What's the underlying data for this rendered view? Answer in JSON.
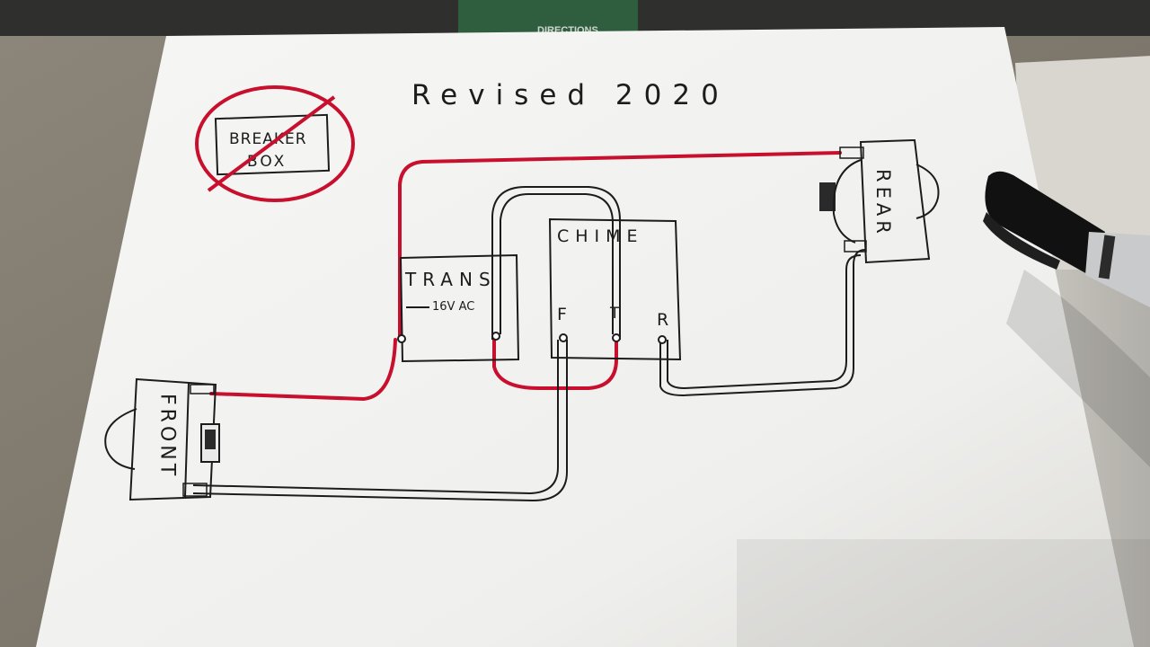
{
  "photo": {
    "heading": "Revised 2020",
    "background_print": "DIRECTIONS",
    "colors": {
      "paper": "#f3f3f1",
      "desk": "#8a8276",
      "hot_wire": "#c8102e",
      "ink": "#1c1c1c",
      "marker_body": "#111111"
    }
  },
  "diagram": {
    "breaker_box": {
      "line1": "BREAKER",
      "line2": "BOX",
      "status": "crossed-out"
    },
    "transformer": {
      "label": "TRANS",
      "rating": "16V AC"
    },
    "chime": {
      "label": "CHIME",
      "terminals": [
        "F",
        "T",
        "R"
      ]
    },
    "front_button": {
      "label": "FRONT"
    },
    "rear_button": {
      "label": "REAR"
    }
  }
}
